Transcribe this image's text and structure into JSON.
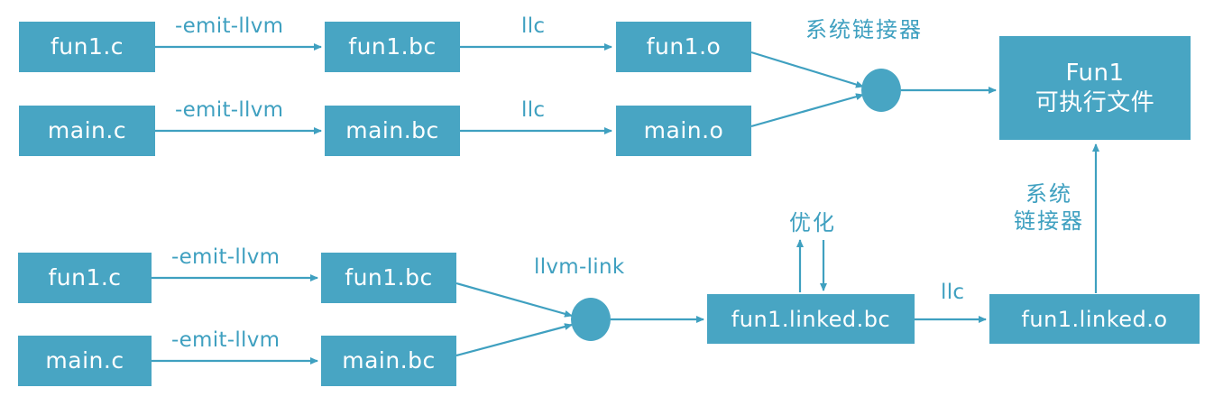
{
  "diagram": {
    "title": "LLVM compilation and linking pipeline",
    "colors": {
      "node_fill": "#48A5C3",
      "node_text": "#FFFFFF",
      "edge": "#3FA0C0",
      "label_text": "#3FA0C0",
      "background": "#FFFFFF"
    },
    "flow_top": {
      "nodes": [
        {
          "id": "t-fun1-c",
          "label": "fun1.c"
        },
        {
          "id": "t-main-c",
          "label": "main.c"
        },
        {
          "id": "t-fun1-bc",
          "label": "fun1.bc"
        },
        {
          "id": "t-main-bc",
          "label": "main.bc"
        },
        {
          "id": "t-fun1-o",
          "label": "fun1.o"
        },
        {
          "id": "t-main-o",
          "label": "main.o"
        },
        {
          "id": "t-exe",
          "label_line1": "Fun1",
          "label_line2": "可执行文件"
        }
      ],
      "edge_labels": [
        {
          "id": "t-emit-1",
          "text": "-emit-llvm"
        },
        {
          "id": "t-emit-2",
          "text": "-emit-llvm"
        },
        {
          "id": "t-llc-1",
          "text": "llc"
        },
        {
          "id": "t-llc-2",
          "text": "llc"
        },
        {
          "id": "t-linker",
          "text": "系统链接器"
        }
      ]
    },
    "flow_bottom": {
      "nodes": [
        {
          "id": "b-fun1-c",
          "label": "fun1.c"
        },
        {
          "id": "b-main-c",
          "label": "main.c"
        },
        {
          "id": "b-fun1-bc",
          "label": "fun1.bc"
        },
        {
          "id": "b-main-bc",
          "label": "main.bc"
        },
        {
          "id": "b-fun1-lnk-bc",
          "label": "fun1.linked.bc"
        },
        {
          "id": "b-fun1-lnk-o",
          "label": "fun1.linked.o"
        }
      ],
      "edge_labels": [
        {
          "id": "b-emit-1",
          "text": "-emit-llvm"
        },
        {
          "id": "b-emit-2",
          "text": "-emit-llvm"
        },
        {
          "id": "b-llvmlink",
          "text": "llvm-link"
        },
        {
          "id": "b-opt",
          "text": "优化"
        },
        {
          "id": "b-llc",
          "text": "llc"
        },
        {
          "id": "b-linker",
          "text_line1": "系统",
          "text_line2": "链接器"
        }
      ]
    }
  }
}
